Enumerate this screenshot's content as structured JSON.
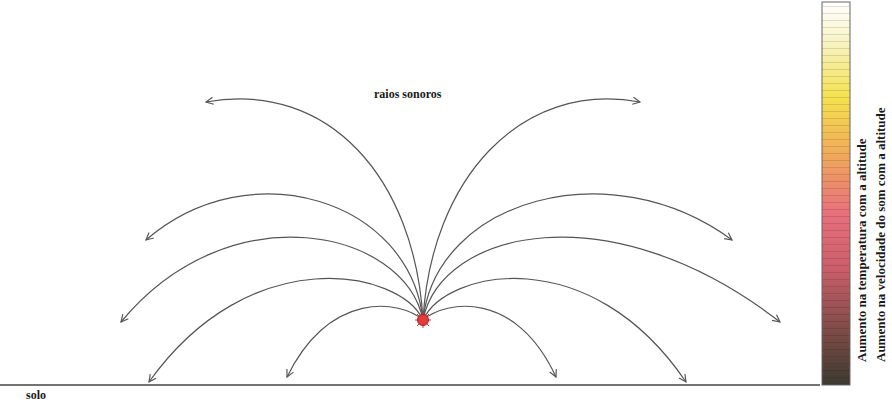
{
  "diagram": {
    "labels": [
      "raios sonoros",
      "solo",
      "Aumento na temperatura com a altitude",
      "Aumento na velocidade do som com a altitude"
    ]
  }
}
